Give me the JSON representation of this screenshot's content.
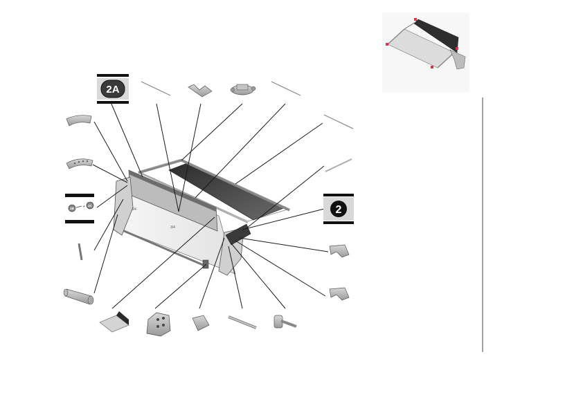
{
  "badges": {
    "badge_2a": "2A",
    "badge_2": "2",
    "sub_2b": "2B",
    "sub_2c": "2C"
  },
  "markings": {
    "left_label": "3/4",
    "center_label": "3/4"
  },
  "colors": {
    "fabric_light": "#efefef",
    "fabric_dark": "#4a4a4a",
    "frame": "#f4f4f4",
    "outline": "#555555",
    "leader": "#1a1a1a",
    "badge_dark": "#111111",
    "marker_red": "#d23a4a"
  }
}
